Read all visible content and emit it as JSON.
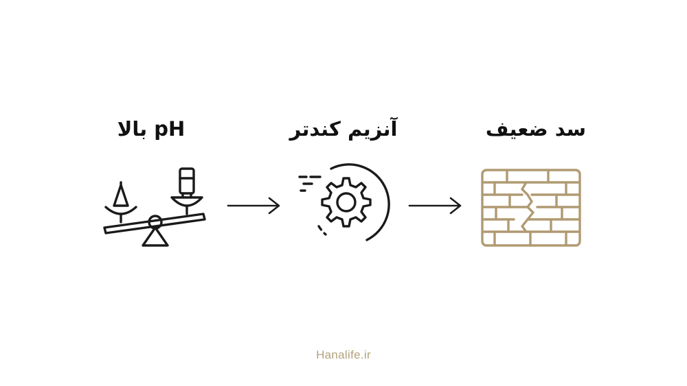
{
  "steps": [
    {
      "label": "pH بالا",
      "icon": "balance-scale-icon"
    },
    {
      "label": "آنزیم کندتر",
      "icon": "slow-gear-icon"
    },
    {
      "label": "سد ضعیف",
      "icon": "cracked-brick-wall-icon"
    }
  ],
  "connectors": [
    "arrow-right-icon",
    "arrow-right-icon"
  ],
  "footer": {
    "watermark": "Hanalife.ir"
  },
  "colors": {
    "text": "#111111",
    "icon_stroke": "#1a1a1a",
    "wall": "#b09a72",
    "watermark": "#b3a27e"
  }
}
